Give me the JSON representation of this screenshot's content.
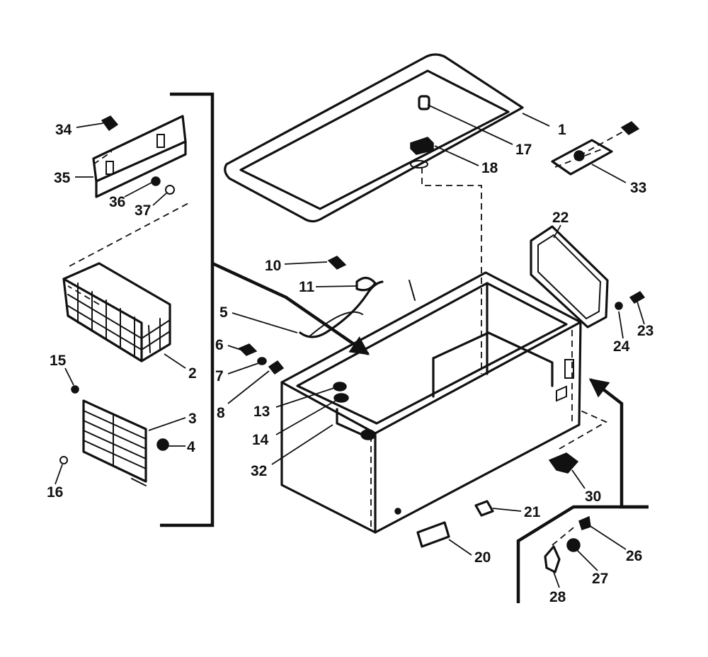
{
  "diagram": {
    "type": "exploded-parts-view",
    "callouts": [
      "1",
      "2",
      "3",
      "4",
      "5",
      "6",
      "7",
      "8",
      "10",
      "11",
      "13",
      "14",
      "15",
      "16",
      "17",
      "18",
      "20",
      "21",
      "22",
      "23",
      "24",
      "26",
      "27",
      "28",
      "30",
      "32",
      "33",
      "34",
      "35",
      "36",
      "37"
    ]
  }
}
